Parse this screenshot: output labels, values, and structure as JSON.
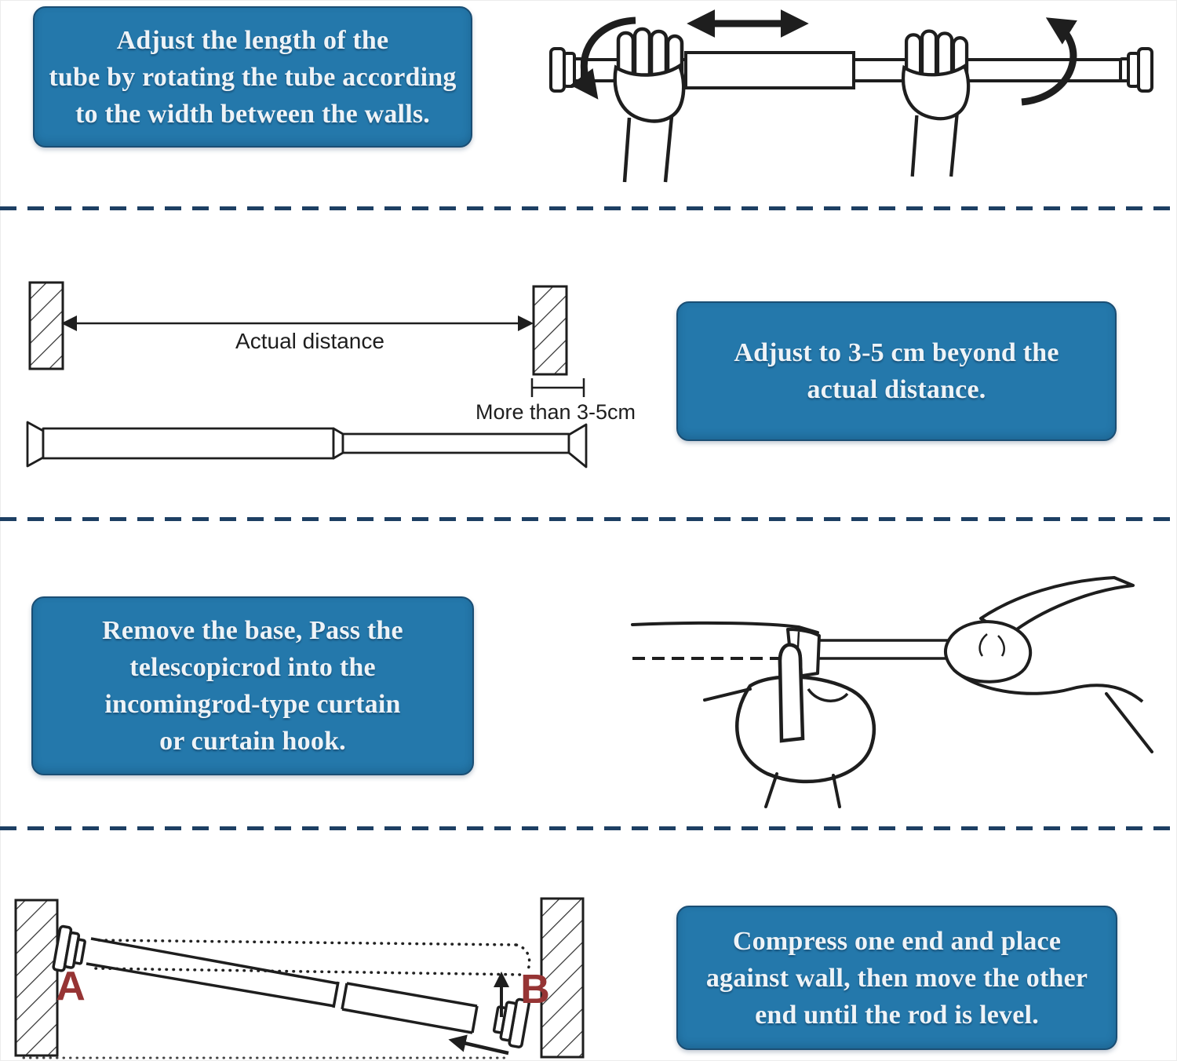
{
  "colors": {
    "accent_blue": "#2478ab",
    "box_border": "#1a4e74",
    "divider_navy": "#1d3f63",
    "label_red": "#963434",
    "line_ink": "#1e1e1e",
    "text_light": "#eef3f7"
  },
  "steps": {
    "step1": {
      "text": "Adjust the length of the\ntube by rotating the tube according\nto the width between the walls."
    },
    "step2": {
      "text": "Adjust to 3-5 cm beyond the\nactual distance.",
      "labels": {
        "actual_distance": "Actual distance",
        "more_than": "More than 3-5cm"
      }
    },
    "step3": {
      "text": "Remove the base, Pass the\ntelescopicrod into the\nincomingrod-type curtain\nor curtain hook."
    },
    "step4": {
      "text": "Compress one end and place\nagainst wall, then move the other\nend until the rod is level.",
      "labels": {
        "a": "A",
        "b": "B"
      }
    }
  },
  "illustrations": {
    "step1": "rotate-tube-hands-illustration",
    "step2": "wall-distance-diagram",
    "step3": "thread-rod-through-curtain-illustration",
    "step4": "tilt-rod-between-walls-diagram"
  }
}
